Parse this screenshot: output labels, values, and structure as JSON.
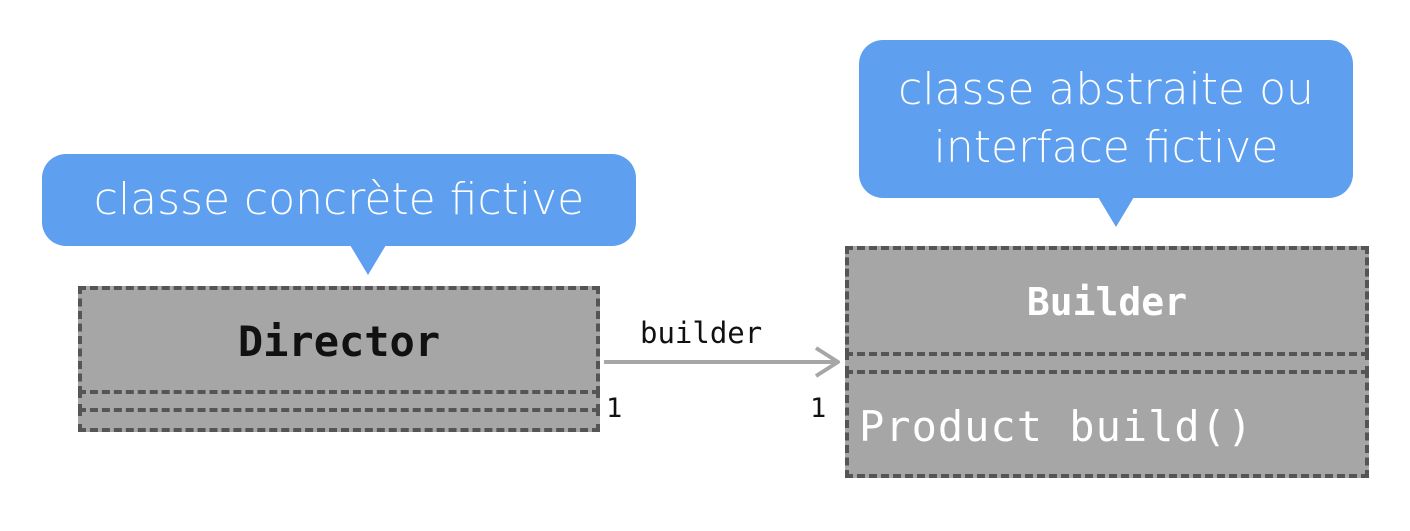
{
  "callouts": {
    "director": "classe concrète fictive",
    "builder_line1": "classe abstraite ou",
    "builder_line2": "interface fictive"
  },
  "director": {
    "name": "Director"
  },
  "builder": {
    "name": "Builder",
    "operation": "Product build()"
  },
  "association": {
    "role": "builder",
    "multiplicity_source": "1",
    "multiplicity_target": "1"
  },
  "colors": {
    "callout": "#5e9ff0",
    "class_fill": "#a6a6a6",
    "class_border": "#555555",
    "arrow": "#a6a6a6"
  }
}
